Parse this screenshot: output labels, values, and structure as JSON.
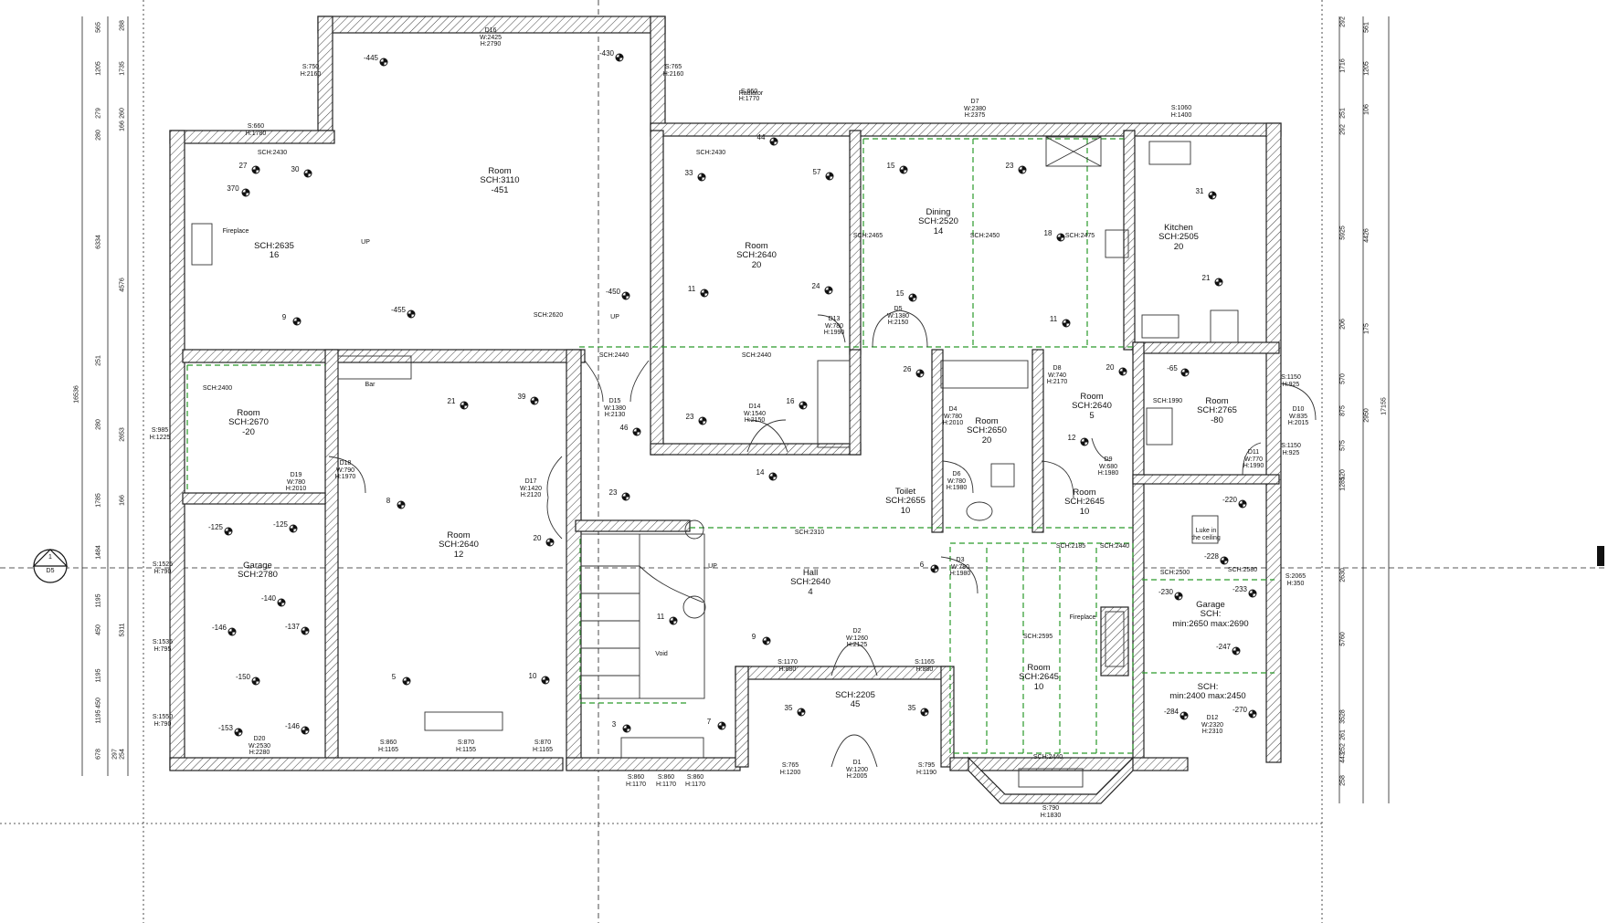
{
  "rooms": [
    {
      "id": "room-top-center",
      "name": "Room",
      "sch": "SCH:3110",
      "level": "-451"
    },
    {
      "id": "room-top-left",
      "name": "",
      "sch": "SCH:2635",
      "level": "16"
    },
    {
      "id": "room-top-mid",
      "name": "Room",
      "sch": "SCH:2640",
      "level": "20"
    },
    {
      "id": "dining",
      "name": "Dining",
      "sch": "SCH:2520",
      "level": "14"
    },
    {
      "id": "kitchen",
      "name": "Kitchen",
      "sch": "SCH:2505",
      "level": "20"
    },
    {
      "id": "room-left",
      "name": "Room",
      "sch": "SCH:2670",
      "level": "-20"
    },
    {
      "id": "garage-left",
      "name": "Garage",
      "sch": "SCH:2780",
      "level": ""
    },
    {
      "id": "room-center",
      "name": "Room",
      "sch": "SCH:2640",
      "level": "12"
    },
    {
      "id": "hall",
      "name": "Hall",
      "sch": "SCH:2640",
      "level": "4"
    },
    {
      "id": "room-small",
      "name": "Room",
      "sch": "SCH:2650",
      "level": "20"
    },
    {
      "id": "toilet",
      "name": "Toilet",
      "sch": "SCH:2655",
      "level": "10"
    },
    {
      "id": "room-right-a",
      "name": "Room",
      "sch": "SCH:2640",
      "level": "5"
    },
    {
      "id": "room-right-b",
      "name": "Room",
      "sch": "SCH:2645",
      "level": "10"
    },
    {
      "id": "room-far-right",
      "name": "Room",
      "sch": "SCH:2765",
      "level": "-80"
    },
    {
      "id": "garage-right",
      "name": "Garage",
      "sch": "SCH:",
      "level": "min:2650 max:2690"
    },
    {
      "id": "room-bottom-right",
      "name": "Room",
      "sch": "SCH:2645",
      "level": "10"
    },
    {
      "id": "right-lower",
      "name": "",
      "sch": "SCH:",
      "level": "min:2400 max:2450"
    },
    {
      "id": "porch",
      "name": "",
      "sch": "SCH:2205",
      "level": "45"
    }
  ],
  "doors": [
    {
      "id": "D16",
      "w": "W:2425",
      "h": "H:2790"
    },
    {
      "id": "D7",
      "w": "W:2380",
      "h": "H:2375"
    },
    {
      "id": "D13",
      "w": "W:780",
      "h": "H:1990"
    },
    {
      "id": "D5",
      "w": "W:1380",
      "h": "H:2150"
    },
    {
      "id": "D15",
      "w": "W:1380",
      "h": "H:2130"
    },
    {
      "id": "D14",
      "w": "W:1540",
      "h": "H:2150"
    },
    {
      "id": "D4",
      "w": "W:780",
      "h": "H:2010"
    },
    {
      "id": "D8",
      "w": "W:740",
      "h": "H:2170"
    },
    {
      "id": "D10",
      "w": "W:835",
      "h": "H:2015"
    },
    {
      "id": "D11",
      "w": "W:770",
      "h": "H:1990"
    },
    {
      "id": "D9",
      "w": "W:680",
      "h": "H:1980"
    },
    {
      "id": "D6",
      "w": "W:780",
      "h": "H:1980"
    },
    {
      "id": "D18",
      "w": "W:790",
      "h": "H:1970"
    },
    {
      "id": "D19",
      "w": "W:780",
      "h": "H:2010"
    },
    {
      "id": "D17",
      "w": "W:1420",
      "h": "H:2120"
    },
    {
      "id": "D3",
      "w": "W:780",
      "h": "H:1980"
    },
    {
      "id": "D2",
      "w": "W:1260",
      "h": "H:2125"
    },
    {
      "id": "D1",
      "w": "W:1200",
      "h": "H:2005"
    },
    {
      "id": "D20",
      "w": "W:2530",
      "h": "H:2280"
    },
    {
      "id": "D12",
      "w": "W:2320",
      "h": "H:2310"
    }
  ],
  "windows": [
    {
      "s": "S:660",
      "h": "H:1780"
    },
    {
      "s": "S:750",
      "h": "H:2160"
    },
    {
      "s": "S:765",
      "h": "H:2160"
    },
    {
      "s": "S:660",
      "h": "H:1770"
    },
    {
      "s": "S:1060",
      "h": "H:1400"
    },
    {
      "s": "S:985",
      "h": "H:1225"
    },
    {
      "s": "S:1525",
      "h": "H:790"
    },
    {
      "s": "S:1535",
      "h": "H:795"
    },
    {
      "s": "S:1550",
      "h": "H:790"
    },
    {
      "s": "S:860",
      "h": "H:1165"
    },
    {
      "s": "S:870",
      "h": "H:1155"
    },
    {
      "s": "S:870",
      "h": "H:1165"
    },
    {
      "s": "S:860",
      "h": "H:1170"
    },
    {
      "s": "S:860",
      "h": "H:1170"
    },
    {
      "s": "S:860",
      "h": "H:1170"
    },
    {
      "s": "S:765",
      "h": "H:1200"
    },
    {
      "s": "S:795",
      "h": "H:1190"
    },
    {
      "s": "S:1170",
      "h": "H:880"
    },
    {
      "s": "S:1165",
      "h": "H:880"
    },
    {
      "s": "S:790",
      "h": "H:1830"
    },
    {
      "s": "S:1150",
      "h": "H:925"
    },
    {
      "s": "S:1150",
      "h": "H:925"
    },
    {
      "s": "S:2065",
      "h": "H:350"
    }
  ],
  "ceilings": [
    "SCH:2430",
    "SCH:2430",
    "SCH:2400",
    "SCH:2620",
    "SCH:2440",
    "SCH:2440",
    "SCH:2310",
    "SCH:1990",
    "SCH:2185",
    "SCH:2440",
    "SCH:2500",
    "SCH:2580",
    "SCH:2595",
    "SCH:2440",
    "SCH:2465",
    "SCH:2450",
    "SCH:2475"
  ],
  "levels": [
    "-445",
    "-430",
    "27",
    "30",
    "370",
    "33",
    "44",
    "57",
    "15",
    "23",
    "31",
    "18",
    "21",
    "-455",
    "-450",
    "9",
    "11",
    "24",
    "15",
    "11",
    "20",
    "-65",
    "26",
    "21",
    "39",
    "46",
    "16",
    "23",
    "14",
    "8",
    "23",
    "20",
    "5",
    "10",
    "-125",
    "-125",
    "-140",
    "-146",
    "-137",
    "-150",
    "-153",
    "-146",
    "12",
    "6",
    "11",
    "9",
    "-220",
    "-228",
    "-230",
    "-233",
    "-247",
    "-284",
    "-270",
    "35",
    "35",
    "3",
    "7"
  ],
  "labels": {
    "up1": "UP",
    "up2": "UP",
    "up3": "UP",
    "bar": "Bar",
    "void": "Void",
    "fireplace1": "Fireplace",
    "fireplace2": "Fireplace",
    "radiator": "Radiator",
    "luke": "Luke in",
    "luke2": "the ceiling",
    "section_num": "1",
    "section_ref": "D5"
  },
  "dims_left": [
    "565",
    "1205",
    "279",
    "280",
    "6334",
    "251",
    "280",
    "1785",
    "1484",
    "1195",
    "450",
    "1195",
    "450",
    "1195",
    "678",
    "16536"
  ],
  "dims_left2": [
    "288",
    "1735",
    "260",
    "166",
    "4576",
    "2653",
    "166",
    "5311",
    "254",
    "297"
  ],
  "dims_right": [
    "292",
    "1716",
    "292",
    "251",
    "5925",
    "206",
    "570",
    "875",
    "575",
    "120",
    "1285",
    "2630",
    "5760",
    "3528",
    "258",
    "443",
    "252",
    "261",
    "17155"
  ],
  "dims_right2": [
    "561",
    "1205",
    "106",
    "4426",
    "175",
    "2950",
    "17155"
  ]
}
